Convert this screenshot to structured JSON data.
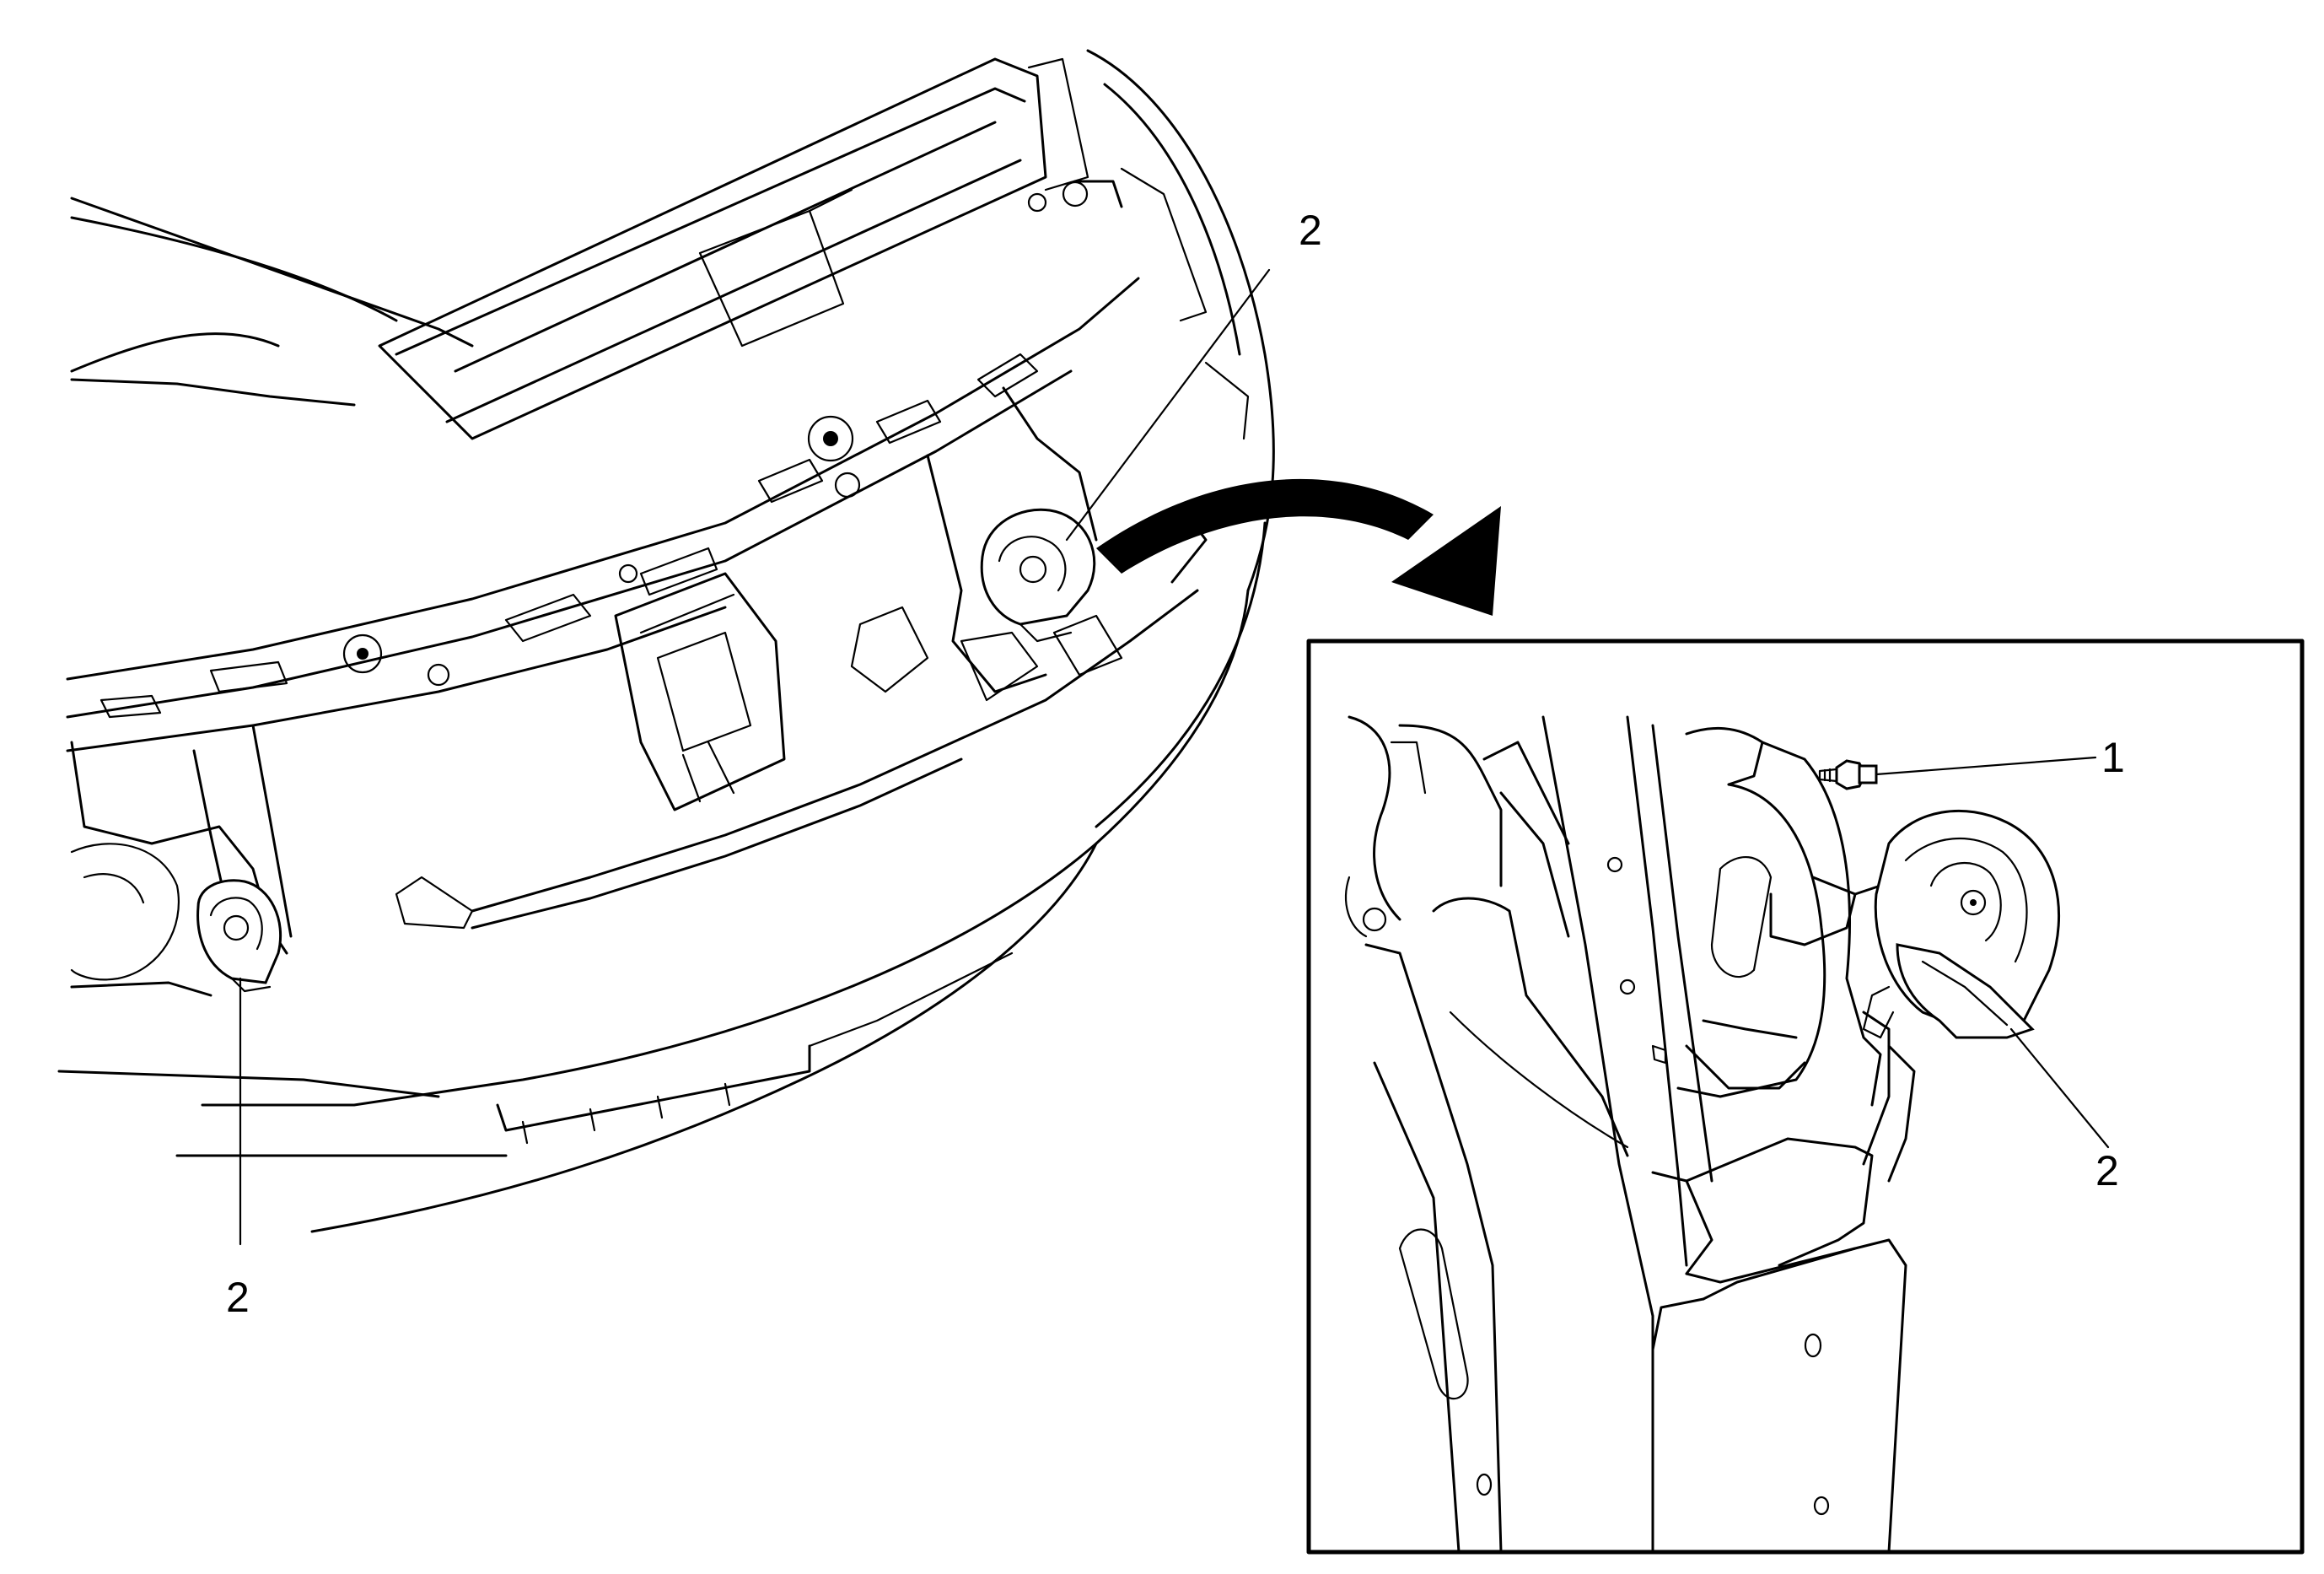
{
  "callouts": {
    "main_upper_horn": "2",
    "main_lower_horn": "2",
    "detail_bolt": "1",
    "detail_horn": "2"
  },
  "icons": {
    "arrow": "curved-arrow-icon",
    "horn": "horn-icon",
    "bolt": "bolt-icon"
  }
}
